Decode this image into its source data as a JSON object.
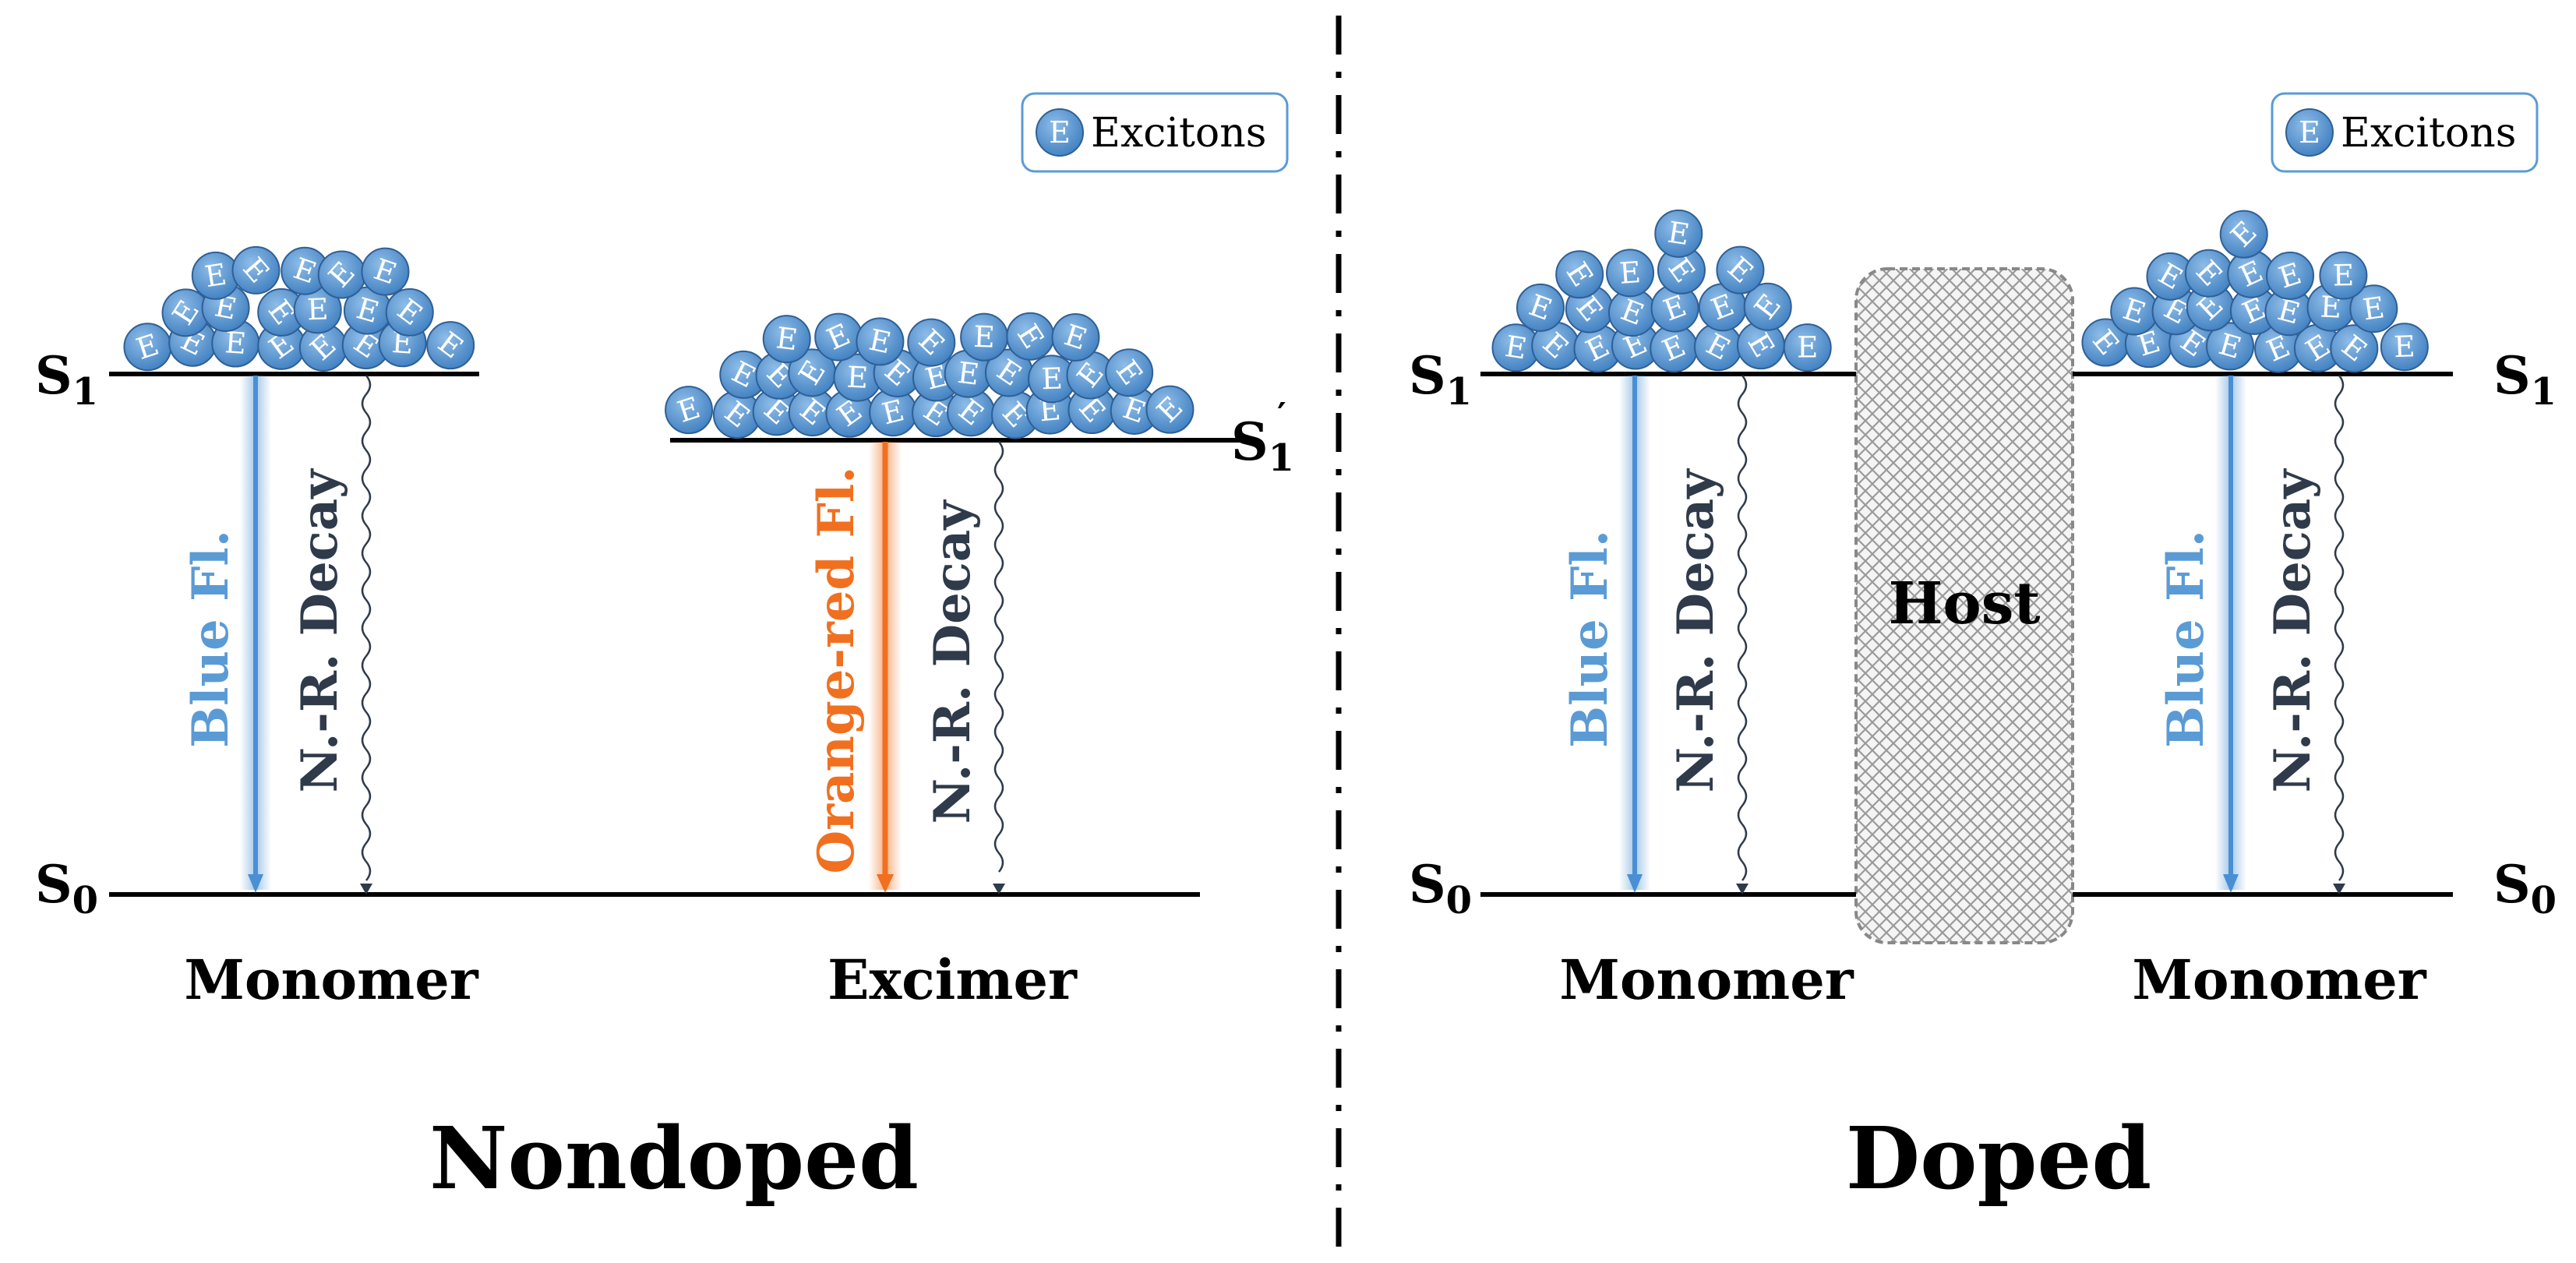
{
  "legend": {
    "symbol": "E",
    "label": "Excitons"
  },
  "levels": {
    "s1": "S",
    "s1_sub": "1",
    "s1_prime": "S",
    "s1_prime_sub": "1",
    "s0": "S",
    "s0_sub": "0"
  },
  "processes": {
    "blue_fl": "Blue Fl.",
    "orange_fl": "Orange-red Fl.",
    "nr_decay": "N.-R. Decay"
  },
  "species": {
    "monomer": "Monomer",
    "excimer": "Excimer",
    "host": "Host"
  },
  "panels": {
    "left_title": "Nondoped",
    "right_title": "Doped"
  },
  "colors": {
    "blue": "#5b9bd5",
    "orange": "#f07020",
    "exciton_fill": "#5b9bd5",
    "text_dark": "#2f3a4a",
    "black": "#000000"
  }
}
